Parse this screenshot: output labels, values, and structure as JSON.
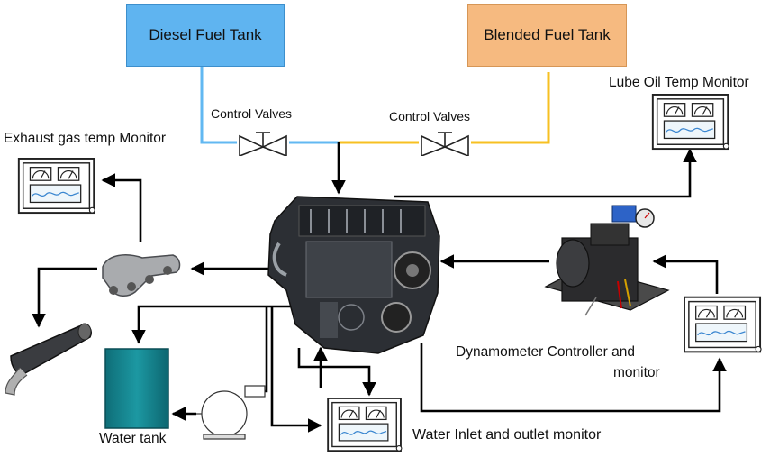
{
  "tanks": {
    "diesel": "Diesel Fuel Tank",
    "blended": "Blended Fuel Tank"
  },
  "valves": {
    "left": "Control Valves",
    "right": "Control Valves"
  },
  "monitors": {
    "exhaust": "Exhaust gas temp Monitor",
    "lube_oil": "Lube Oil Temp Monitor",
    "dyno_line1": "Dynamometer Controller and",
    "dyno_line2": "monitor",
    "water": "Water Inlet and outlet monitor"
  },
  "water_tank": "Water tank",
  "colors": {
    "diesel_line": "#62b8f2",
    "blended_line": "#f7c022",
    "diesel_tank": "#5fb4f0",
    "blended_tank": "#f6ba80",
    "water_tank": "#15868f"
  }
}
